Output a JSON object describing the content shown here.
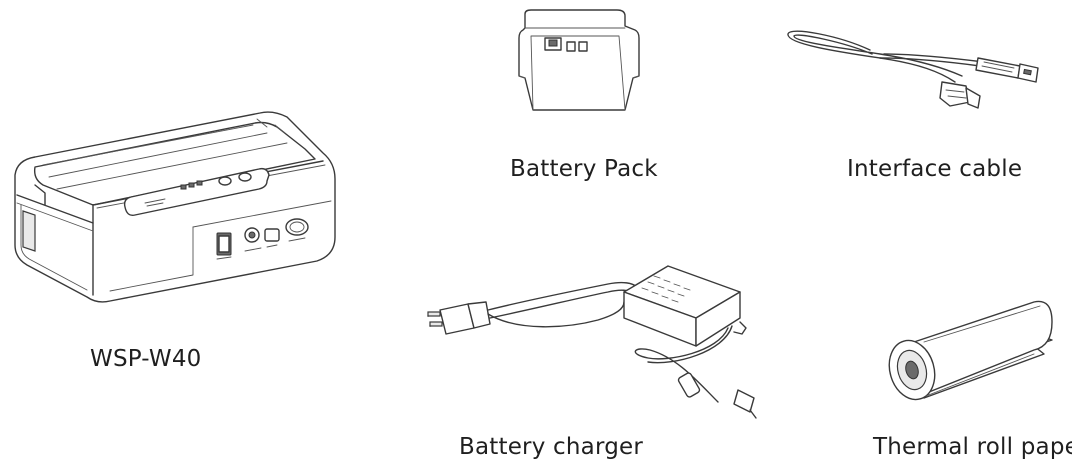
{
  "items": {
    "printer": {
      "label": "WSP-W40"
    },
    "battery_pack": {
      "label": "Battery Pack"
    },
    "interface_cable": {
      "label": "Interface cable"
    },
    "battery_charger": {
      "label": "Battery charger"
    },
    "thermal_roll": {
      "label": "Thermal roll paper"
    }
  }
}
